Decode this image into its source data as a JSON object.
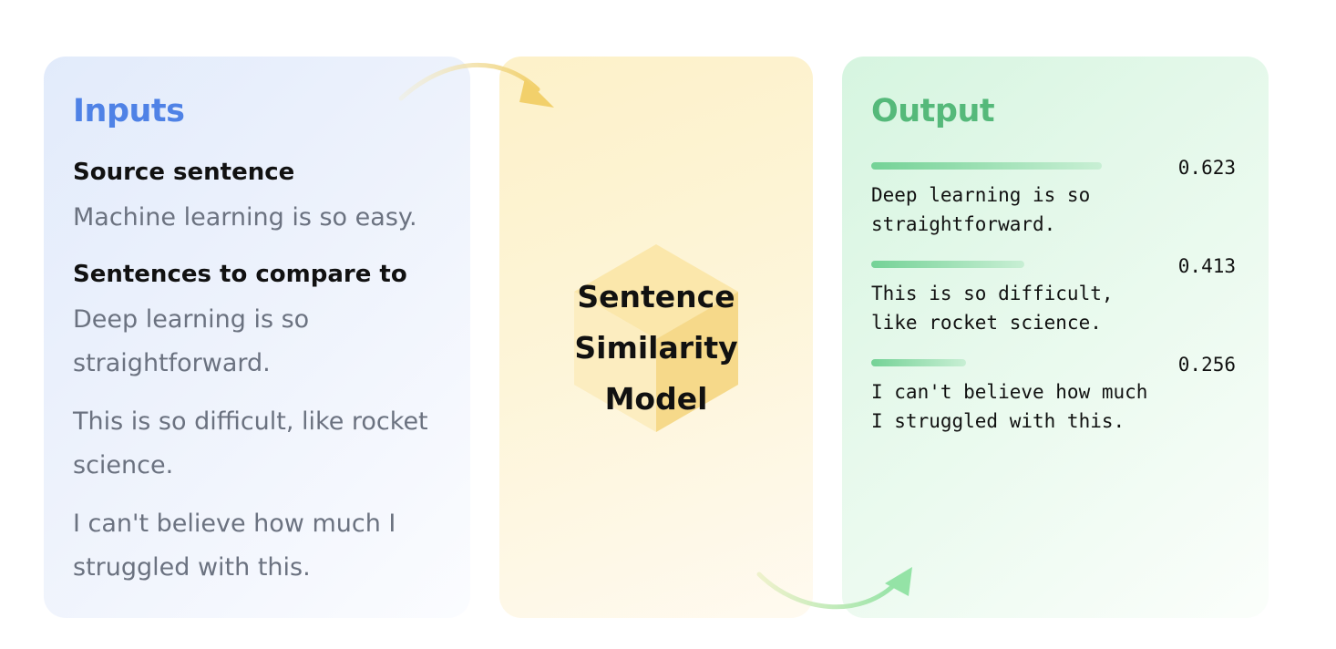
{
  "inputs": {
    "title": "Inputs",
    "source_label": "Source sentence",
    "source_sentence": "Machine learning is so easy.",
    "compare_label": "Sentences to compare to",
    "compare_sentences": [
      "Deep learning is so straightforward.",
      "This is so difficult, like rocket science.",
      "I can't believe how much I struggled with this."
    ]
  },
  "model": {
    "name": "Sentence Similarity Model"
  },
  "output": {
    "title": "Output",
    "results": [
      {
        "text": "Deep learning is so straightforward.",
        "score": "0.623",
        "value": 0.623
      },
      {
        "text": "This is so difficult, like rocket science.",
        "score": "0.413",
        "value": 0.413
      },
      {
        "text": "I can't believe how much I struggled with this.",
        "score": "0.256",
        "value": 0.256
      }
    ]
  },
  "colors": {
    "inputs_accent": "#4f82e6",
    "output_accent": "#55b97a",
    "model_accent": "#f2d06b"
  }
}
